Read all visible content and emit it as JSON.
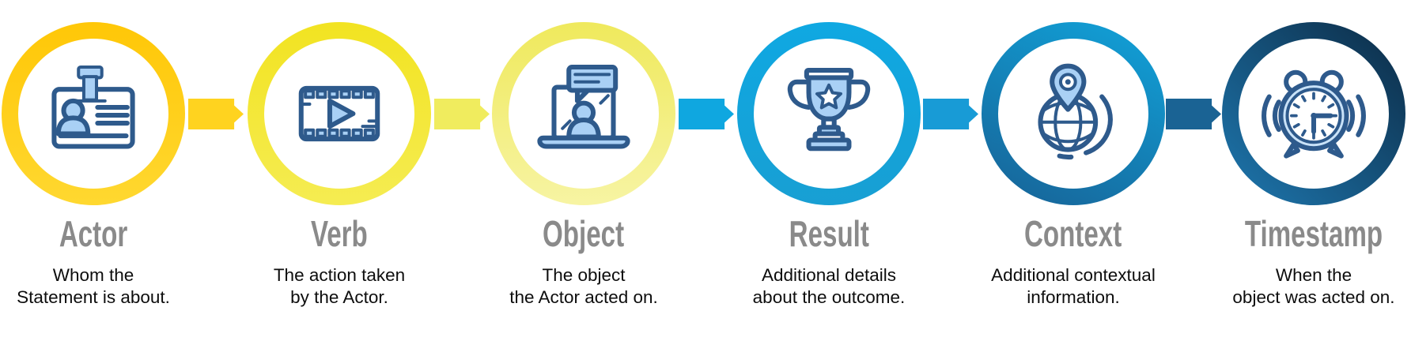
{
  "diagram": {
    "steps": [
      {
        "title": "Actor",
        "description_lines": [
          "Whom the",
          "Statement is about."
        ],
        "icon": "id-badge-icon",
        "ring_angle": "180deg",
        "ring_start": "#FFC707",
        "ring_end": "#FFD830"
      },
      {
        "title": "Verb",
        "description_lines": [
          "The action taken",
          "by the Actor."
        ],
        "icon": "video-player-icon",
        "ring_angle": "180deg",
        "ring_start": "#F2E321",
        "ring_end": "#F5EC52"
      },
      {
        "title": "Object",
        "description_lines": [
          "The object",
          "the Actor acted on."
        ],
        "icon": "video-call-laptop-icon",
        "ring_angle": "180deg",
        "ring_start": "#EFE95C",
        "ring_end": "#F7F4A3"
      },
      {
        "title": "Result",
        "description_lines": [
          "Additional details",
          "about the outcome."
        ],
        "icon": "trophy-icon",
        "ring_angle": "180deg",
        "ring_start": "#0FA8E2",
        "ring_end": "#189FD3"
      },
      {
        "title": "Context",
        "description_lines": [
          "Additional contextual",
          "information."
        ],
        "icon": "globe-location-pin-icon",
        "ring_angle": "205deg",
        "ring_start": "#11A3DA",
        "ring_end": "#176296"
      },
      {
        "title": "Timestamp",
        "description_lines": [
          "When the",
          "object was acted on."
        ],
        "icon": "alarm-clock-icon",
        "ring_angle": "45deg",
        "ring_start": "#1E78B0",
        "ring_end": "#0C2A44"
      }
    ],
    "arrows": [
      {
        "name": "arrow-actor-to-verb",
        "color": "#FFD31F"
      },
      {
        "name": "arrow-verb-to-object",
        "color": "#F0EC5E"
      },
      {
        "name": "arrow-object-to-result",
        "color": "#0FA7E0"
      },
      {
        "name": "arrow-result-to-context",
        "color": "#189BD6"
      },
      {
        "name": "arrow-context-to-timestamp",
        "color": "#1A6394"
      }
    ],
    "colors": {
      "title_text": "#8A8A8A",
      "description_text": "#0D0D0D",
      "icon_outline": "#2E5A8C",
      "icon_fill_light": "#A9D0F5",
      "icon_fill_lighter": "#C9E2F8"
    }
  }
}
